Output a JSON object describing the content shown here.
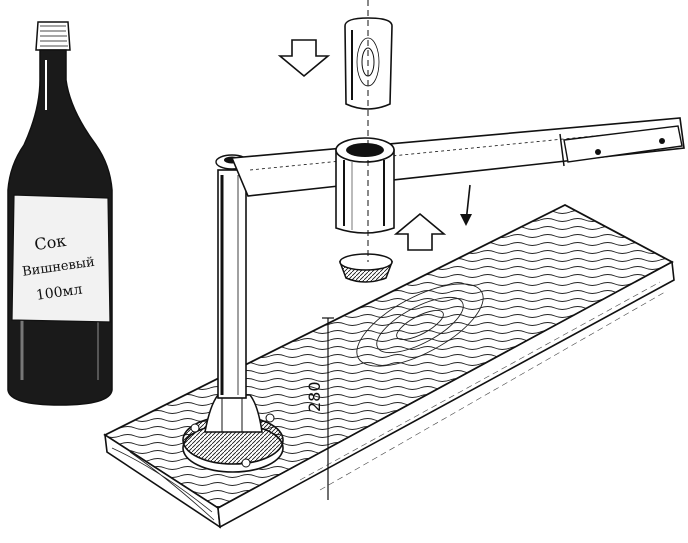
{
  "bottle_label": {
    "line1": "Сок",
    "line2": "Вишневый",
    "line3": "100мл"
  },
  "dimension": {
    "value": "280"
  },
  "arrows": {
    "down_press": "down",
    "up_lift": "up",
    "lever_motion": "down"
  },
  "colors": {
    "ink": "#111111",
    "paper": "#ffffff",
    "bottle": "#1a1a1a"
  }
}
